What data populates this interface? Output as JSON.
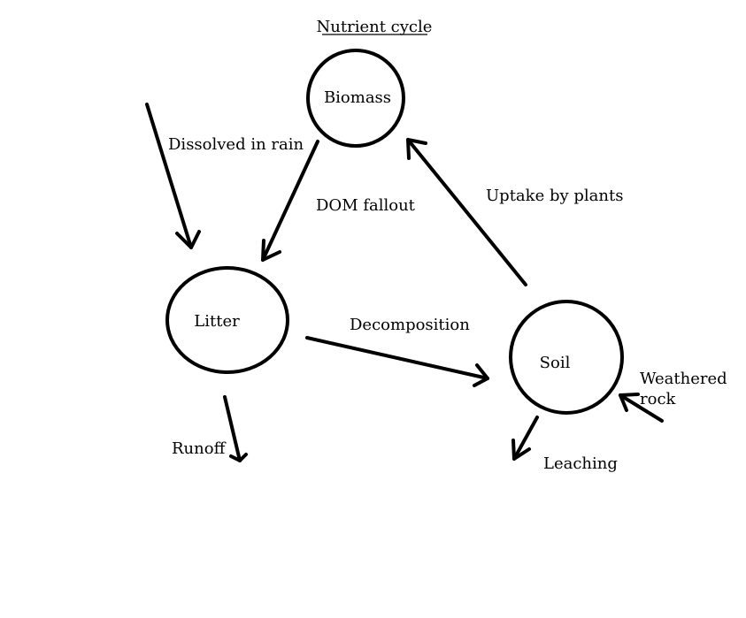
{
  "title": "Nutrient cycle",
  "nodes": {
    "biomass": "Biomass",
    "litter": "Litter",
    "soil": "Soil"
  },
  "flows": {
    "dissolved_in_rain": "Dissolved in rain",
    "dom_fallout": "DOM fallout",
    "uptake_by_plants": "Uptake by plants",
    "decomposition": "Decomposition",
    "runoff": "Runoff",
    "leaching": "Leaching",
    "weathered_rock_line1": "Weathered",
    "weathered_rock_line2": "rock"
  },
  "colors": {
    "ink": "#000000",
    "background": "#ffffff"
  }
}
